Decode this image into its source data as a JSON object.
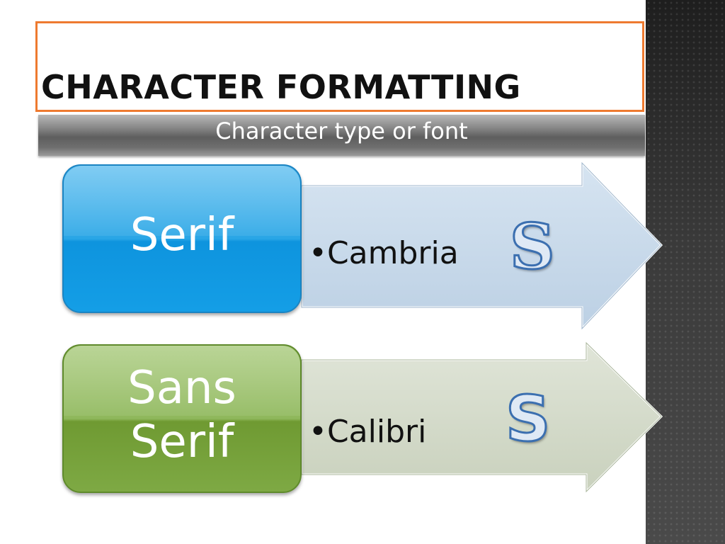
{
  "slide": {
    "title": "CHARACTER FORMATTING",
    "subtitle": "Character type or font",
    "rows": [
      {
        "label_lines": [
          "Serif"
        ],
        "bullet": "•Cambria",
        "sample_letter": "S",
        "color": "#1e9fe3",
        "arrow_color": "#c9daea"
      },
      {
        "label_lines": [
          "Sans",
          "Serif"
        ],
        "bullet": "•Calibri",
        "sample_letter": "S",
        "color": "#86af50",
        "arrow_color": "#d6dccd"
      }
    ],
    "colors": {
      "title_border": "#ee7a30",
      "sidebar": "#2b2b2b",
      "sample_outline": "#3b6fb0"
    }
  }
}
